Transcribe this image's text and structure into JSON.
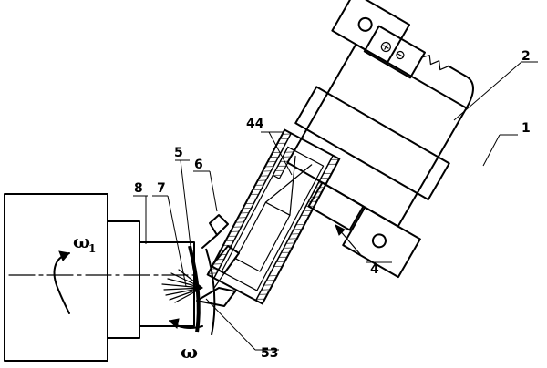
{
  "labels": {
    "l1": "1",
    "l2": "2",
    "l4": "4",
    "l5": "5",
    "l6": "6",
    "l7": "7",
    "l8": "8",
    "l44": "44",
    "l53": "53"
  },
  "symbols": {
    "omega1_base": "ω",
    "omega1_sub": "1",
    "omega": "ω"
  }
}
